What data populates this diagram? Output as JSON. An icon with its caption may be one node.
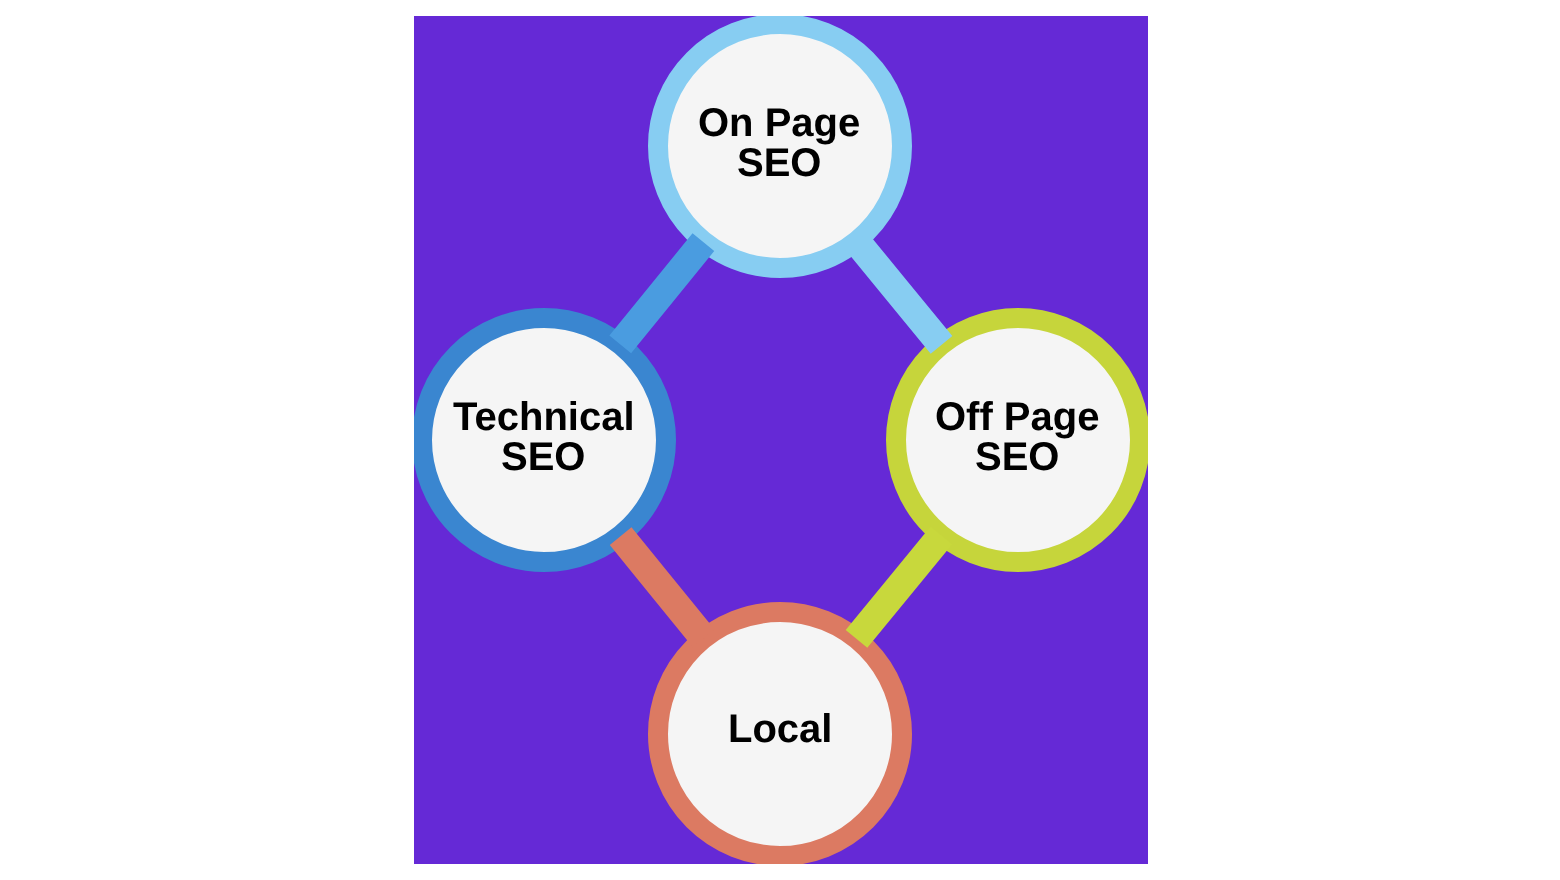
{
  "diagram": {
    "nodes": [
      {
        "text": [
          "On Page SEO"
        ]
      },
      {
        "text": [
          "Technical SEO"
        ]
      },
      {
        "text": [
          "Off Page SEO"
        ]
      },
      {
        "text": [
          "Local"
        ]
      }
    ],
    "edges": [
      {
        "from": 0,
        "to": 1,
        "arrow": "none",
        "color": "#4a9ce0"
      },
      {
        "from": 0,
        "to": 2,
        "arrow": "none",
        "color": "#87cdf2"
      },
      {
        "from": 1,
        "to": 3,
        "arrow": "none",
        "color": "#dc7a62"
      },
      {
        "from": 2,
        "to": 3,
        "arrow": "none",
        "color": "#c8d83c"
      }
    ]
  }
}
